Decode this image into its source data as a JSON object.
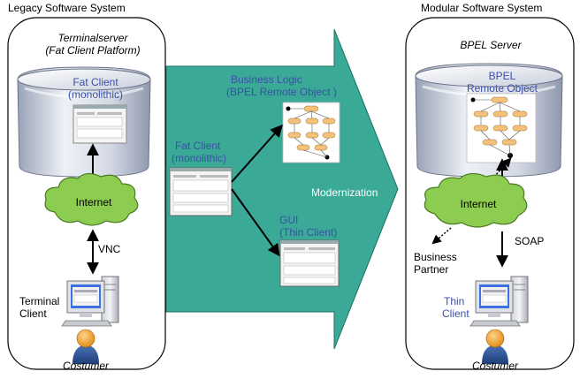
{
  "legacy": {
    "caption": "Legacy Software System",
    "server_title_1": "Terminalserver",
    "server_title_2": "(Fat Client Platform)",
    "fat_client_1": "Fat Client",
    "fat_client_2": "(monolithic)",
    "cloud": "Internet",
    "protocol": "VNC",
    "terminal_1": "Terminal",
    "terminal_2": "Client",
    "user": "Costumer"
  },
  "middle": {
    "fat_client_1": "Fat Client",
    "fat_client_2": "(monolithic)",
    "logic_1": "Business Logic",
    "logic_2": "(BPEL Remote Object )",
    "gui_1": "GUI",
    "gui_2": "(Thin Client)",
    "arrow_label": "Modernization"
  },
  "modular": {
    "caption": "Modular Software System",
    "server_title": "BPEL Server",
    "remote_1": "BPEL",
    "remote_2": "Remote Object",
    "cloud": "Internet",
    "protocol": "SOAP",
    "partner_1": "Business",
    "partner_2": "Partner",
    "thin_1": "Thin",
    "thin_2": "Client",
    "user": "Costumer"
  },
  "colors": {
    "arrow_fill": "#3aaa96",
    "text_blue": "#3a4fa8",
    "cloud_fill": "#8ccc50"
  }
}
